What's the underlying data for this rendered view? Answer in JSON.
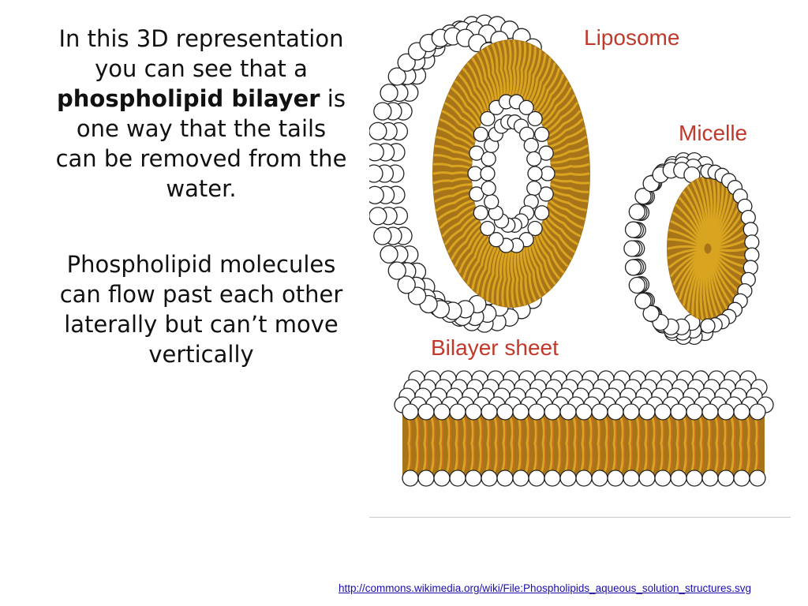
{
  "slide": {
    "paragraph1": {
      "line1": "In this 3D representation",
      "line2": "you can see that a",
      "line3_bold": "phospholipid bilayer",
      "line3_rest": " is",
      "line4": "one way that the tails",
      "line5": "can be removed from the",
      "line6": "water."
    },
    "paragraph2": {
      "line1": "Phospholipid molecules",
      "line2": "can flow past each other",
      "line3": "laterally but can’t move",
      "line4": "vertically"
    },
    "figure": {
      "label_liposome": "Liposome",
      "label_micelle": "Micelle",
      "label_bilayer": "Bilayer sheet",
      "colors": {
        "label": "#c0392b",
        "tail": "#d9a520",
        "tail_dark": "#a8741a",
        "head_stroke": "#222222"
      }
    },
    "source_link": "http://commons.wikimedia.org/wiki/File:Phospholipids_aqueous_solution_structures.svg"
  }
}
